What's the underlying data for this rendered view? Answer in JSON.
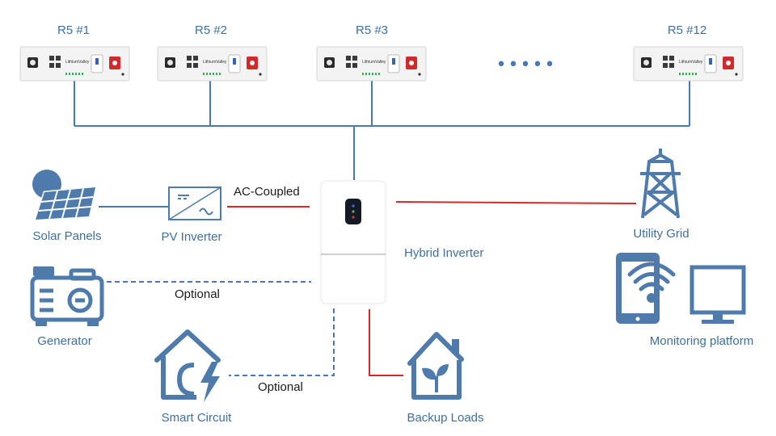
{
  "batteries": [
    {
      "label": "R5 #1"
    },
    {
      "label": "R5 #2"
    },
    {
      "label": "R5 #3"
    },
    {
      "label": "R5 #12"
    }
  ],
  "battery_brand_text": "LithiumValley",
  "ellipsis": "•••••",
  "nodes": {
    "solar_panels": "Solar Panels",
    "pv_inverter": "PV Inverter",
    "generator": "Generator",
    "smart_circuit": "Smart Circuit",
    "hybrid_inverter": "Hybrid Inverter",
    "utility_grid": "Utility Grid",
    "monitoring_platform": "Monitoring platform",
    "backup_loads": "Backup Loads"
  },
  "connections": {
    "ac_coupled": "AC-Coupled",
    "optional_generator": "Optional",
    "optional_smart_circuit": "Optional"
  },
  "colors": {
    "blue_line": "#4a78b0",
    "red_line": "#d42a2a",
    "icon_blue": "#4e7bab",
    "label_blue": "#3f6fa0"
  }
}
